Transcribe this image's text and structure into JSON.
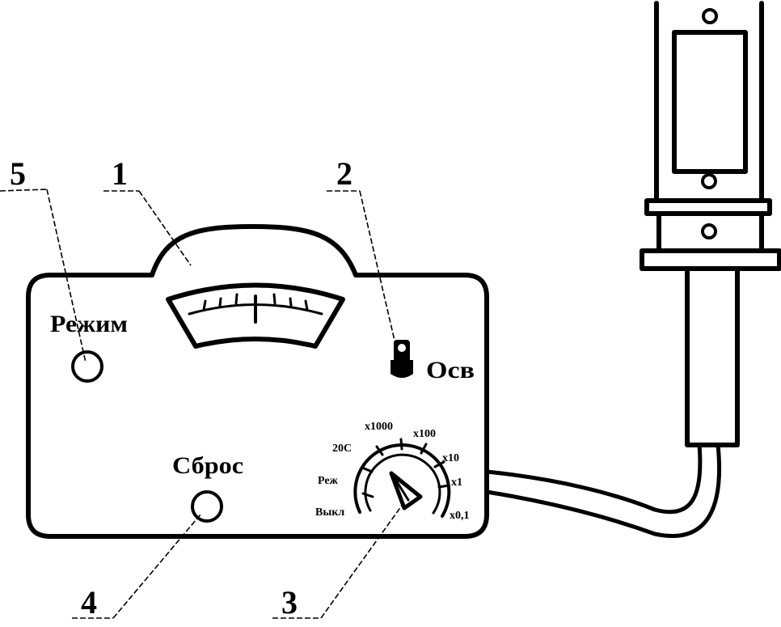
{
  "labels": {
    "mode": "Режим",
    "light": "Осв",
    "reset": "Сброс"
  },
  "callouts": {
    "n1": "1",
    "n2": "2",
    "n3": "3",
    "n4": "4",
    "n5": "5"
  },
  "dial": {
    "off": "Выкл",
    "mode": "Реж",
    "r20c": "20С",
    "x1000": "х1000",
    "x100": "х100",
    "x10": "х10",
    "x1": "х1",
    "x01": "х0,1"
  }
}
